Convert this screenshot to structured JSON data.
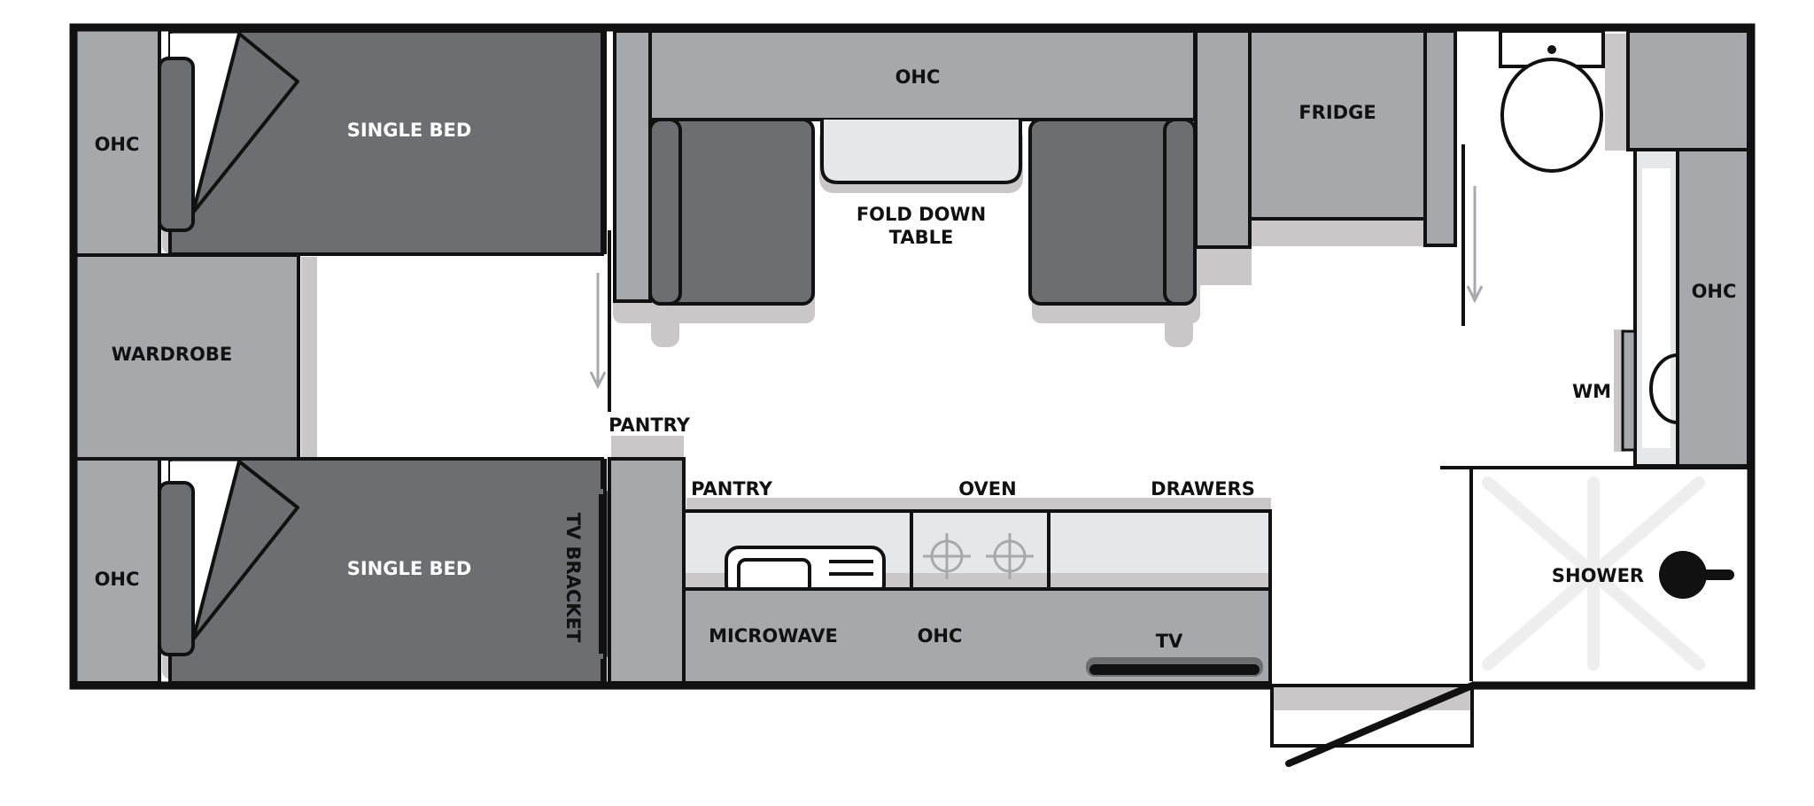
{
  "labels": {
    "ohc_top_left": "OHC",
    "ohc_bottom_left": "OHC",
    "ohc_top_center": "OHC",
    "ohc_right": "OHC",
    "ohc_kitchen": "OHC",
    "single_bed_top": "SINGLE BED",
    "single_bed_bottom": "SINGLE BED",
    "wardrobe": "WARDROBE",
    "fold_down_line1": "FOLD DOWN",
    "fold_down_line2": "TABLE",
    "fridge": "FRIDGE",
    "pantry_upper": "PANTRY",
    "pantry_kitchen": "PANTRY",
    "oven": "OVEN",
    "drawers": "DRAWERS",
    "tv_bracket": "TV BRACKET",
    "microwave": "MICROWAVE",
    "tv": "TV",
    "wm": "WM",
    "shower": "SHOWER"
  },
  "colors": {
    "wall": "#111111",
    "cabinet": "#a7a8ab",
    "bed": "#6d6e71",
    "shadow": "#c9c7c7",
    "counter": "#e6e7e8",
    "floor": "#ffffff"
  }
}
